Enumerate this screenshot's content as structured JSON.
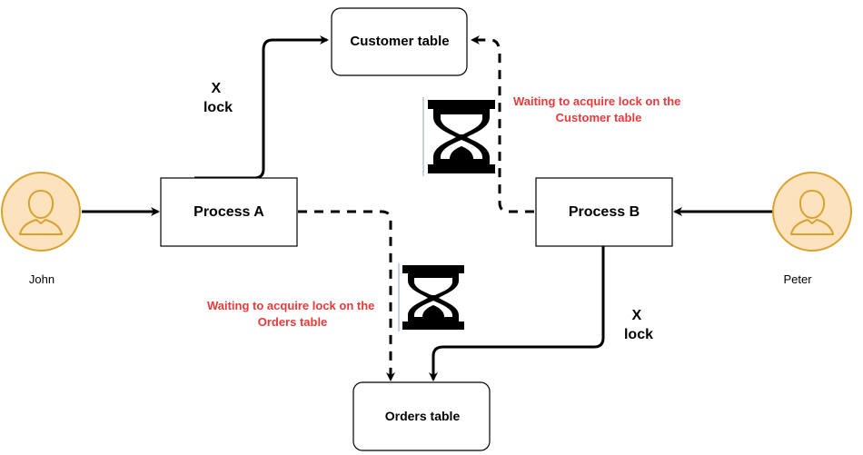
{
  "nodes": {
    "customer_table": "Customer table",
    "process_a": "Process A",
    "process_b": "Process B",
    "orders_table": "Orders table"
  },
  "actors": {
    "left": "John",
    "right": "Peter"
  },
  "locks": {
    "a": [
      "X",
      "lock"
    ],
    "b": [
      "X",
      "lock"
    ]
  },
  "waiting": {
    "customer": [
      "Waiting to acquire lock on the",
      "Customer table"
    ],
    "orders": [
      "Waiting to acquire lock on the",
      "Orders table"
    ]
  },
  "colors": {
    "waiting_text": "#e83a3a",
    "actor_fill": "#fce3bd",
    "actor_stroke": "#dba12e"
  },
  "icons": [
    "user-icon",
    "hourglass-icon"
  ]
}
